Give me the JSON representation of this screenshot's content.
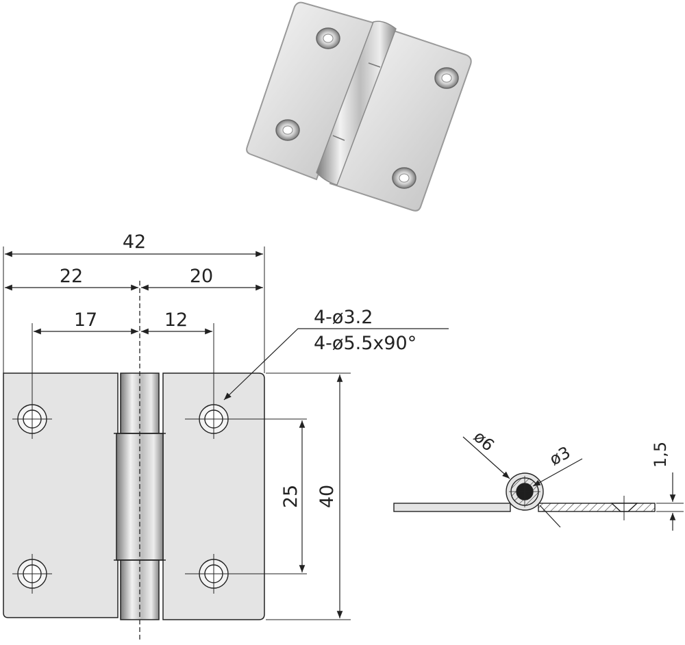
{
  "dimensions": {
    "overall_width": "42",
    "left_leaf_width": "22",
    "right_leaf_width": "20",
    "left_hole_offset": "17",
    "right_hole_offset": "12",
    "overall_height": "40",
    "hole_spacing": "25",
    "hole_spec_line1": "4-ø3.2",
    "hole_spec_line2": "4-ø5.5x90°",
    "knuckle_outer_diameter": "ø6",
    "pin_diameter": "ø3",
    "leaf_thickness": "1,5"
  },
  "colors": {
    "line": "#222222",
    "plate_fill": "#e4e4e4",
    "metal_dark": "#8c8c8c",
    "metal_light": "#f6f6f6"
  }
}
